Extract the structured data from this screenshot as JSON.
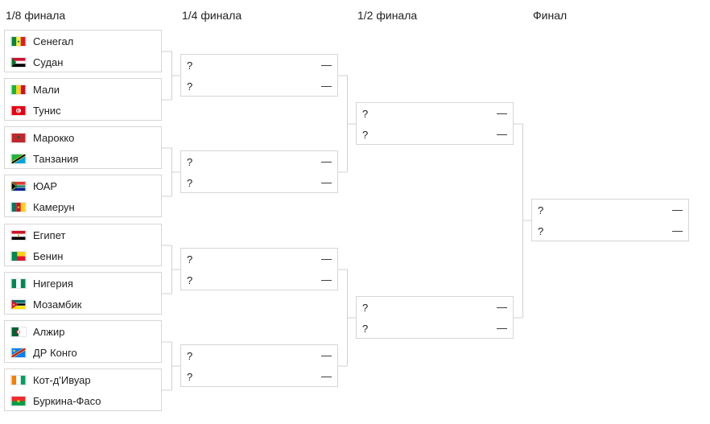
{
  "rounds": {
    "r16": "1/8 финала",
    "qf": "1/4 финала",
    "sf": "1/2 финала",
    "final": "Финал"
  },
  "r16": [
    {
      "team1": "Сенегал",
      "flag1": "senegal-flag",
      "team2": "Судан",
      "flag2": "sudan-flag"
    },
    {
      "team1": "Мали",
      "flag1": "mali-flag",
      "team2": "Тунис",
      "flag2": "tunisia-flag"
    },
    {
      "team1": "Марокко",
      "flag1": "morocco-flag",
      "team2": "Танзания",
      "flag2": "tanzania-flag"
    },
    {
      "team1": "ЮАР",
      "flag1": "south-africa-flag",
      "team2": "Камерун",
      "flag2": "cameroon-flag"
    },
    {
      "team1": "Египет",
      "flag1": "egypt-flag",
      "team2": "Бенин",
      "flag2": "benin-flag"
    },
    {
      "team1": "Нигерия",
      "flag1": "nigeria-flag",
      "team2": "Мозамбик",
      "flag2": "mozambique-flag"
    },
    {
      "team1": "Алжир",
      "flag1": "algeria-flag",
      "team2": "ДР Конго",
      "flag2": "dr-congo-flag"
    },
    {
      "team1": "Кот-д'Ивуар",
      "flag1": "ivory-coast-flag",
      "team2": "Буркина-Фасо",
      "flag2": "burkina-faso-flag"
    }
  ],
  "qf": [
    {
      "team1": "?",
      "score1": "—",
      "team2": "?",
      "score2": "—"
    },
    {
      "team1": "?",
      "score1": "—",
      "team2": "?",
      "score2": "—"
    },
    {
      "team1": "?",
      "score1": "—",
      "team2": "?",
      "score2": "—"
    },
    {
      "team1": "?",
      "score1": "—",
      "team2": "?",
      "score2": "—"
    }
  ],
  "sf": [
    {
      "team1": "?",
      "score1": "—",
      "team2": "?",
      "score2": "—"
    },
    {
      "team1": "?",
      "score1": "—",
      "team2": "?",
      "score2": "—"
    }
  ],
  "final": [
    {
      "team1": "?",
      "score1": "—",
      "team2": "?",
      "score2": "—"
    }
  ],
  "colors": {
    "border": "#d6d6d6",
    "connector": "#d0d0d0",
    "text": "#222222"
  }
}
